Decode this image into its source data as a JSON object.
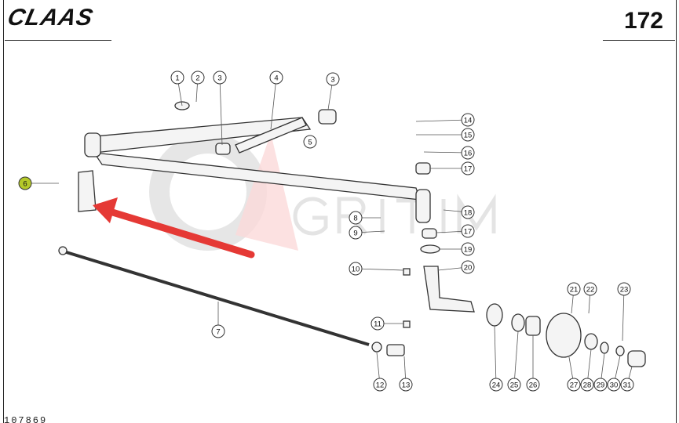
{
  "header": {
    "brand": "CLAAS",
    "page_number": "172"
  },
  "footer": {
    "document_number": "107869"
  },
  "watermark": {
    "text": "GRITIM"
  },
  "callouts": [
    "1",
    "2",
    "3",
    "4",
    "3",
    "14",
    "15",
    "16",
    "17",
    "5",
    "6",
    "18",
    "8",
    "17",
    "9",
    "19",
    "10",
    "20",
    "21",
    "22",
    "23",
    "7",
    "11",
    "24",
    "25",
    "26",
    "27",
    "28",
    "29",
    "30",
    "31",
    "12",
    "13"
  ],
  "highlighted_callout": "6",
  "colors": {
    "highlight": "#b5c92a",
    "arrow": "#e53935",
    "watermark": "#e8e8e8"
  }
}
